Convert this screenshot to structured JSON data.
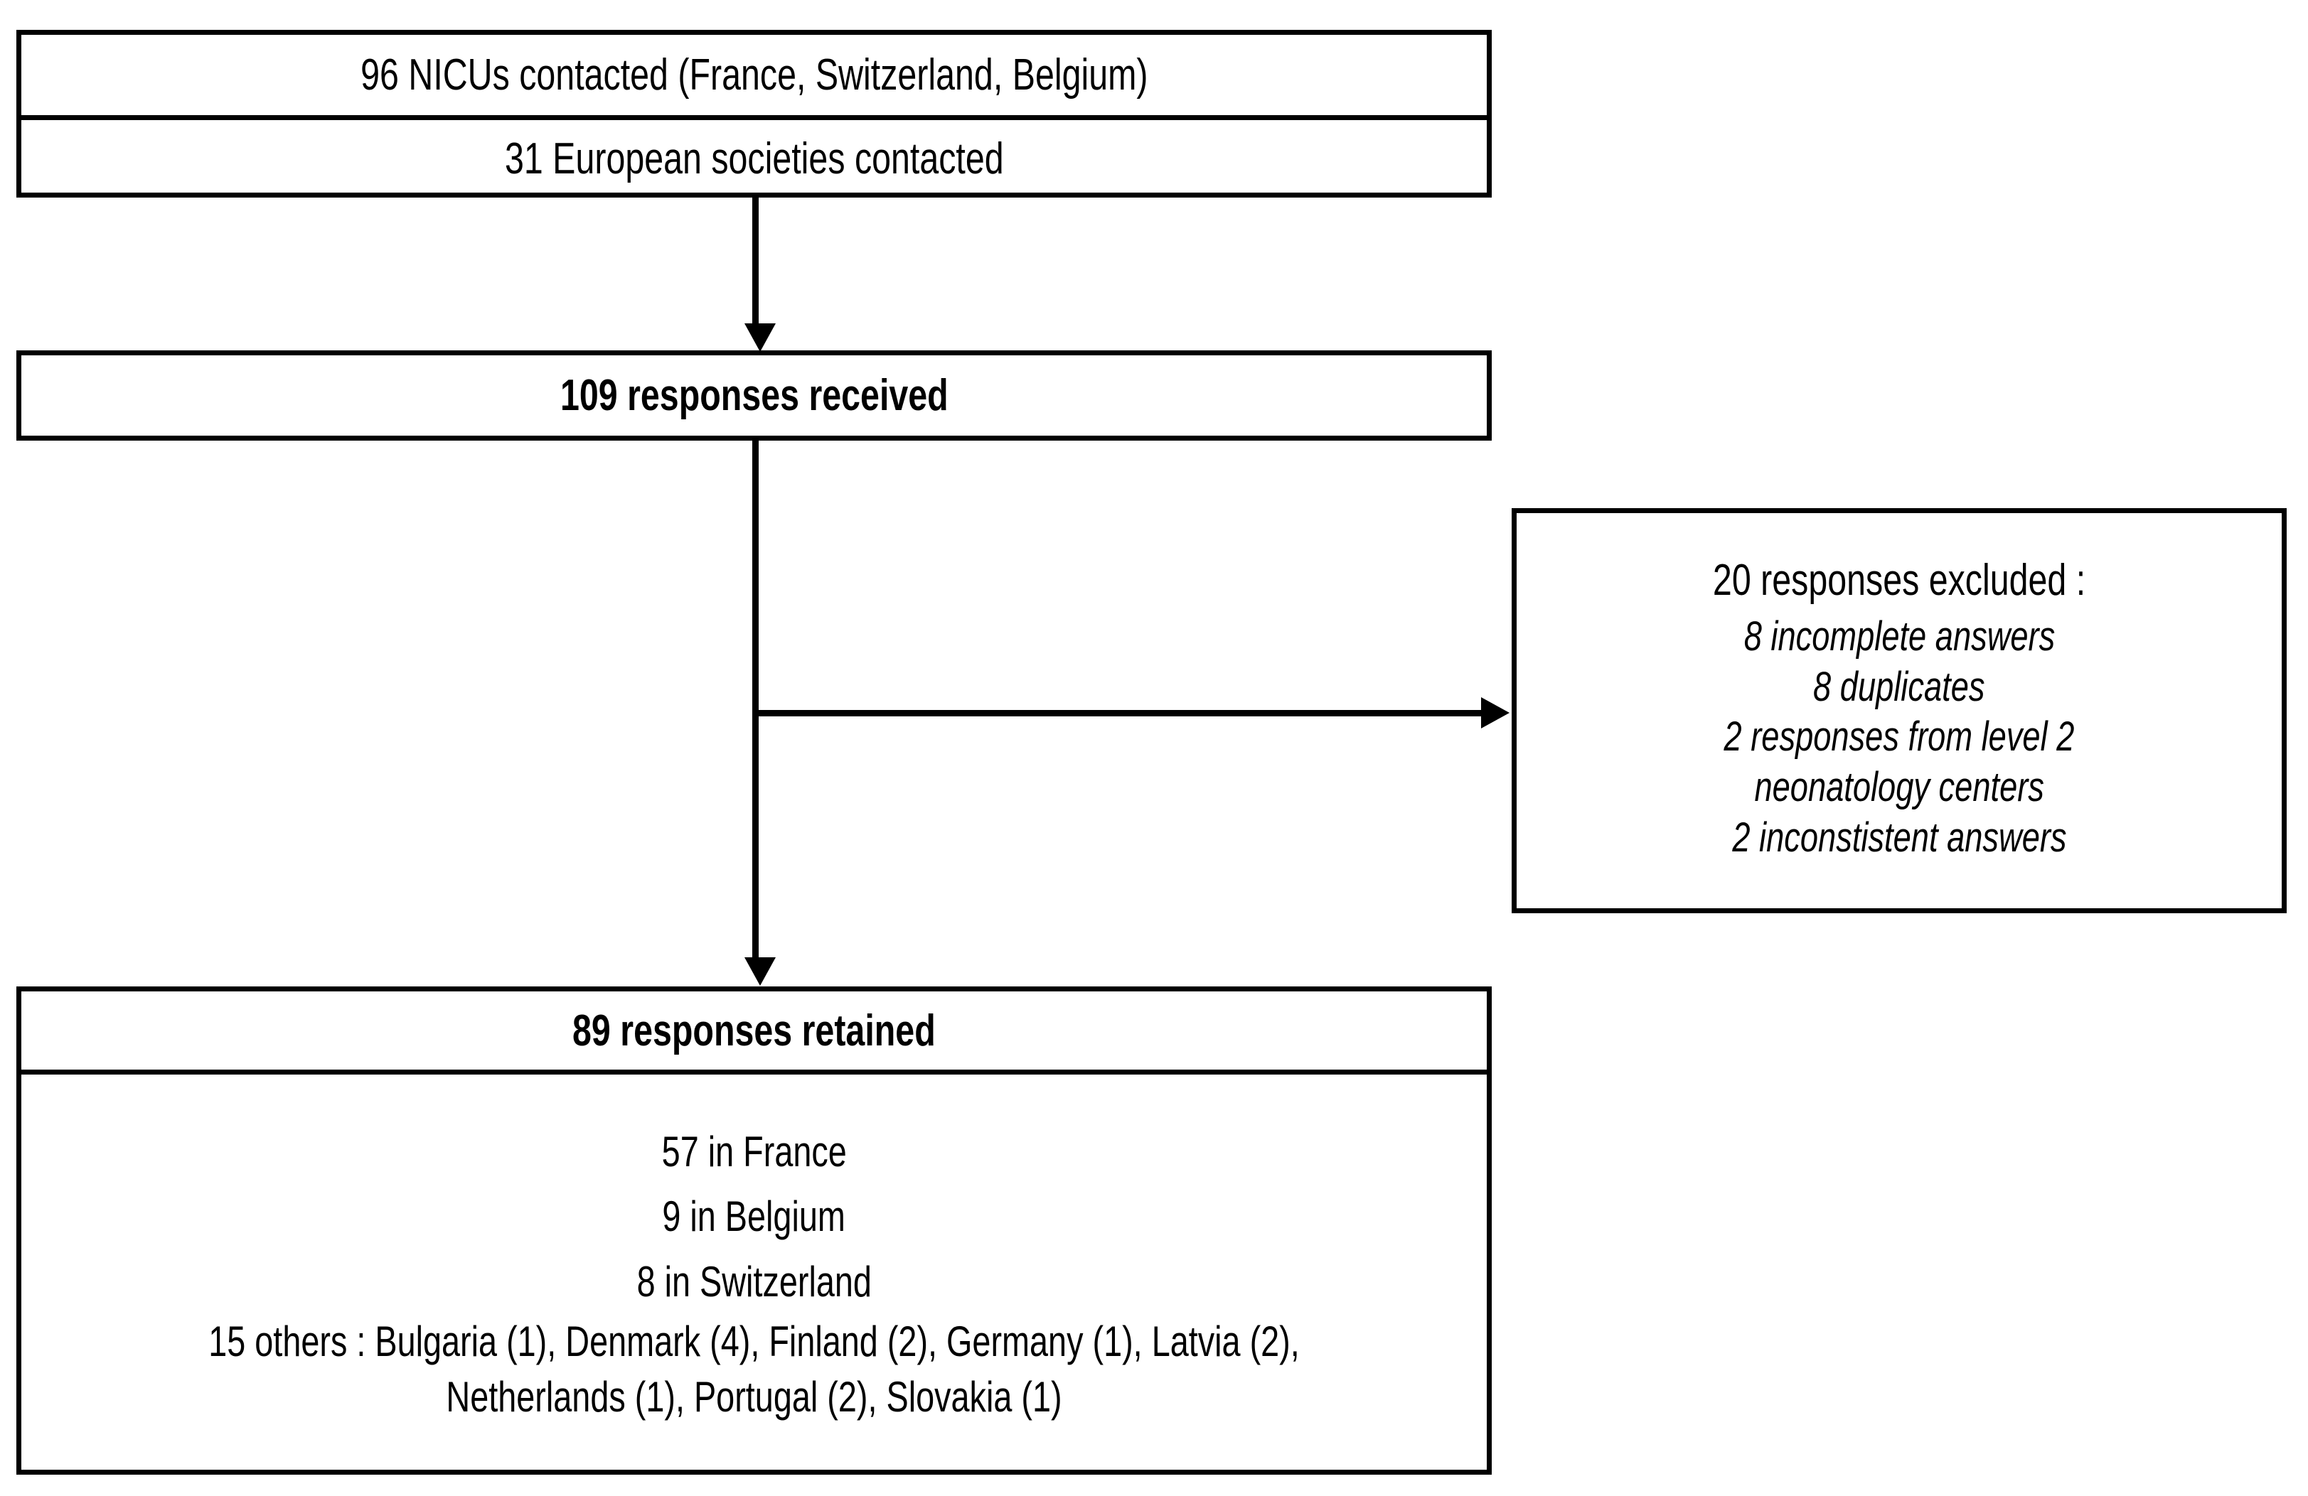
{
  "diagram": {
    "title_implicit": "Study flow diagram of survey responses",
    "contacted_box": {
      "line1": "96 NICUs contacted (France, Switzerland, Belgium)",
      "line2": "31 European societies contacted"
    },
    "responses_box": {
      "label": "109 responses received"
    },
    "excluded_box": {
      "heading": "20 responses excluded :",
      "reasons": [
        "8 incomplete answers",
        "8 duplicates",
        "2 responses from level 2",
        "neonatology centers",
        "2 inconstistent answers"
      ]
    },
    "retained_box": {
      "header": "89 responses retained",
      "countries": [
        "57 in France",
        "9 in Belgium",
        "8 in Switzerland"
      ],
      "others": "15 others : Bulgaria (1), Denmark (4), Finland (2), Germany (1), Latvia (2), Netherlands (1), Portugal (2), Slovakia (1)"
    }
  },
  "chart_data": {
    "type": "diagram",
    "title": "Survey response flow",
    "nodes": [
      {
        "id": "contacted",
        "lines": [
          "96 NICUs contacted (France, Switzerland, Belgium)",
          "31 European societies contacted"
        ]
      },
      {
        "id": "received",
        "lines": [
          "109 responses received"
        ],
        "value": 109
      },
      {
        "id": "excluded",
        "lines": [
          "20 responses excluded :",
          "8 incomplete answers",
          "8 duplicates",
          "2 responses from level 2 neonatology centers",
          "2 inconstistent answers"
        ],
        "value": 20
      },
      {
        "id": "retained",
        "lines": [
          "89 responses retained",
          "57 in France",
          "9 in Belgium",
          "8 in Switzerland",
          "15 others : Bulgaria (1), Denmark (4), Finland (2), Germany (1), Latvia (2), Netherlands (1), Portugal (2), Slovakia (1)"
        ],
        "value": 89
      }
    ],
    "edges": [
      {
        "from": "contacted",
        "to": "received",
        "direction": "down"
      },
      {
        "from": "received",
        "to": "excluded",
        "direction": "right"
      },
      {
        "from": "received",
        "to": "retained",
        "direction": "down"
      }
    ],
    "counts": {
      "nicus_contacted": 96,
      "societies_contacted": 31,
      "responses_received": 109,
      "responses_excluded": 20,
      "incomplete_answers": 8,
      "duplicates": 8,
      "level2_centers": 2,
      "inconsistent_answers": 2,
      "responses_retained": 89,
      "france": 57,
      "belgium": 9,
      "switzerland": 8,
      "others_total": 15,
      "bulgaria": 1,
      "denmark": 4,
      "finland": 2,
      "germany": 1,
      "latvia": 2,
      "netherlands": 1,
      "portugal": 2,
      "slovakia": 1
    }
  }
}
